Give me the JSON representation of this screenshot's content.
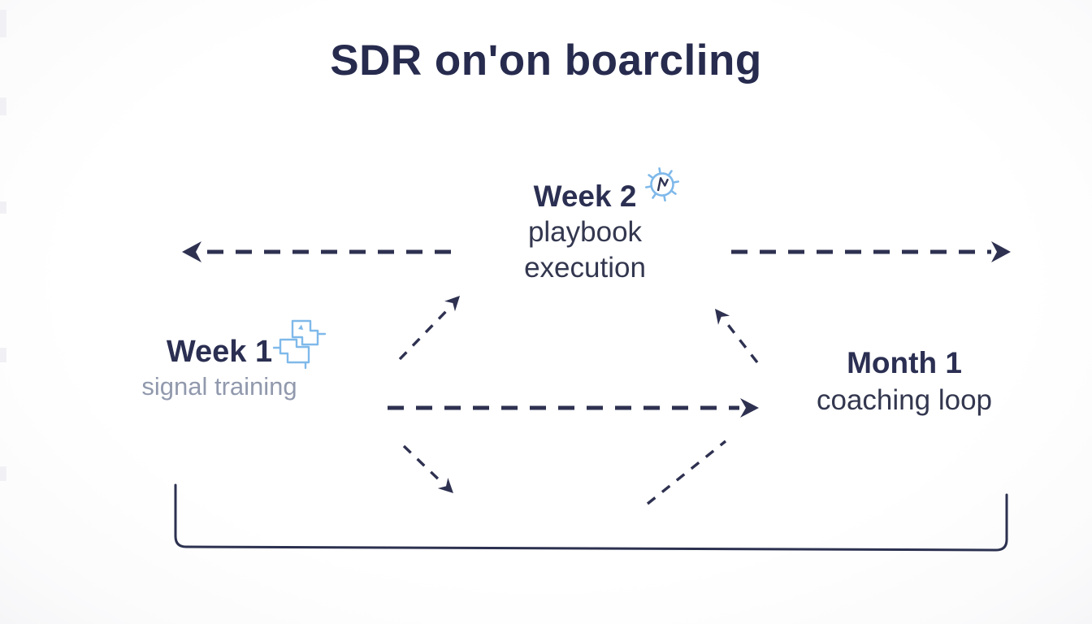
{
  "title": "SDR on'on boarcling",
  "nodes": {
    "week1": {
      "heading": "Week 1",
      "subtitle": "signal training"
    },
    "week2": {
      "heading": "Week 2",
      "line1": "playbook",
      "line2": "execution"
    },
    "month1": {
      "heading": "Month 1",
      "subtitle": "coaching loop"
    }
  },
  "icons": {
    "week1": "interlocking-blocks-icon",
    "week2": "gear-burst-icon"
  },
  "connections": [
    {
      "from": "week2",
      "to": "off-canvas-left",
      "style": "dashed-arrow",
      "direction": "left"
    },
    {
      "from": "week2",
      "to": "off-canvas-right",
      "style": "dashed-arrow",
      "direction": "right"
    },
    {
      "from": "week1",
      "to": "week2",
      "style": "dashed-arrow",
      "direction": "up-right"
    },
    {
      "from": "week1",
      "to": "month1",
      "style": "dashed-arrow",
      "direction": "right"
    },
    {
      "from": "month1",
      "to": "week2",
      "style": "dashed-arrow",
      "direction": "up-left"
    },
    {
      "from": "week1",
      "to": "bottom-loop",
      "style": "dashed-arrow",
      "direction": "down-right"
    },
    {
      "from": "bottom-loop",
      "to": "month1",
      "style": "dashed-line",
      "direction": "up-right"
    },
    {
      "from": "month1",
      "to": "week1",
      "style": "solid-bracket-loop",
      "direction": "bottom"
    }
  ],
  "colors": {
    "title": "#272b4e",
    "heading": "#2b2f52",
    "body": "#33374f",
    "muted_subtitle": "#9199ad",
    "arrow": "#2e3150",
    "icon_blue": "#7fb9ea",
    "background": "#ffffff"
  }
}
